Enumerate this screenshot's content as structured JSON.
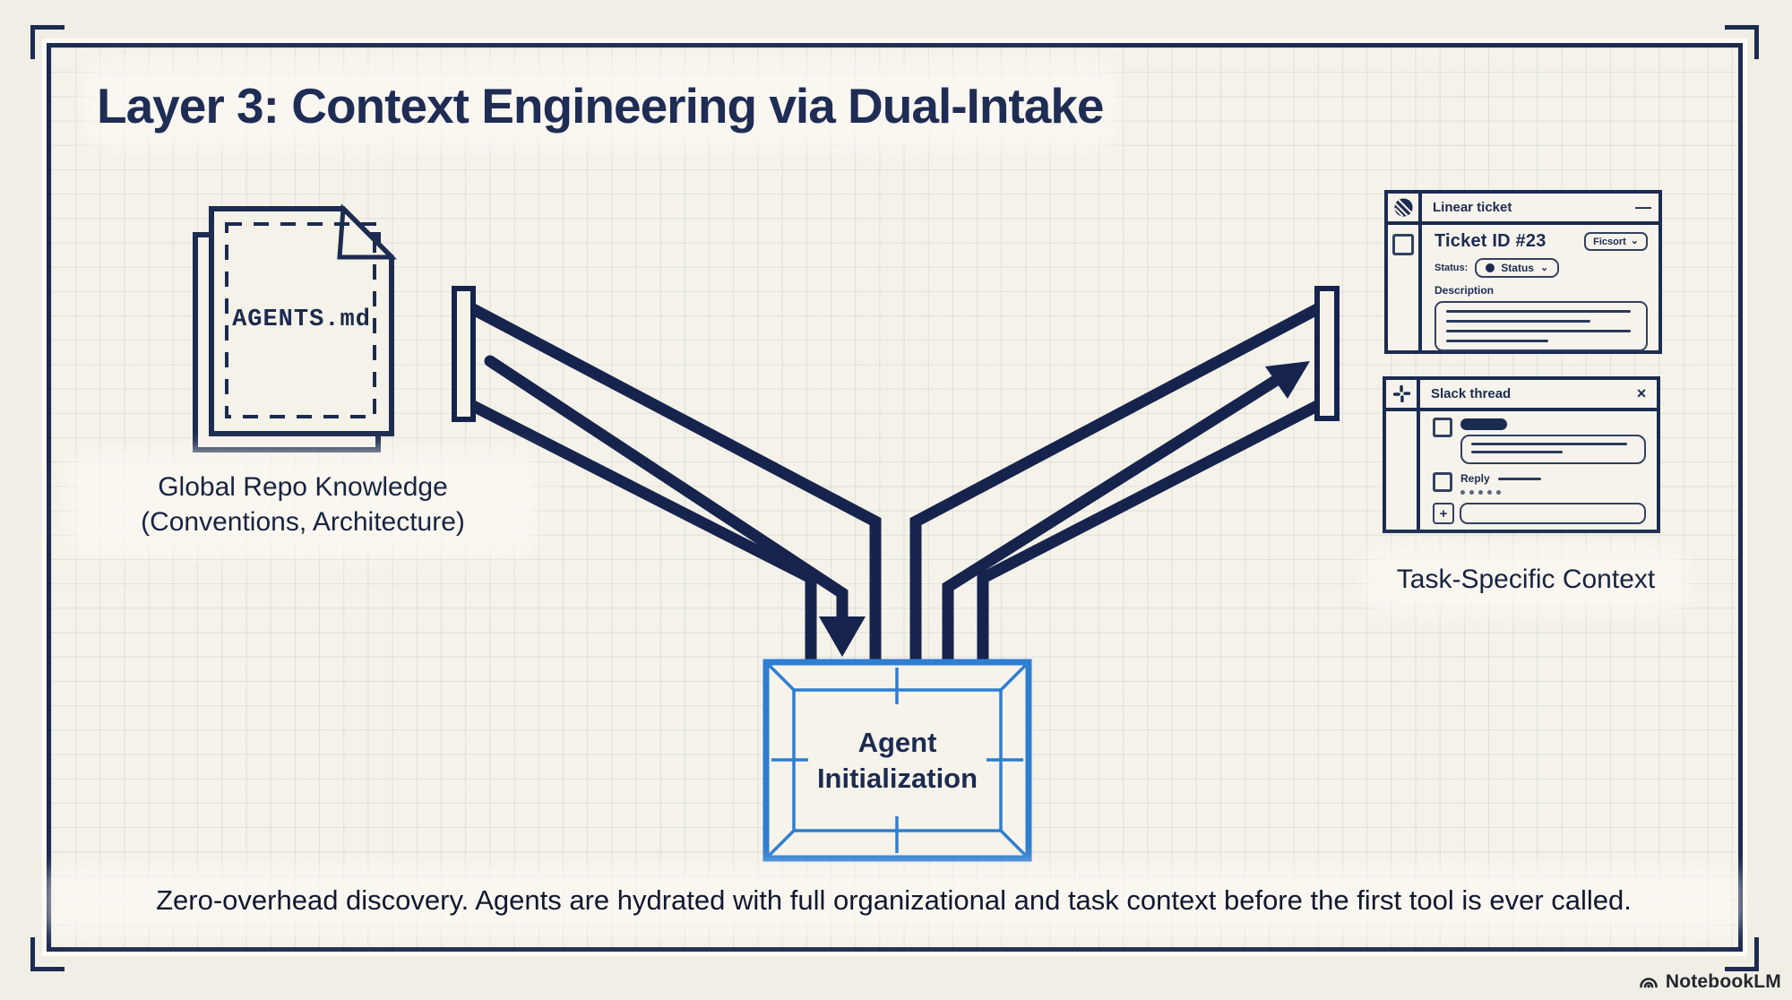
{
  "title": "Layer 3: Context Engineering via Dual-Intake",
  "left_source": {
    "file_label": "AGENTS.md",
    "caption_line1": "Global Repo Knowledge",
    "caption_line2": "(Conventions, Architecture)"
  },
  "right_source": {
    "caption": "Task-Specific Context",
    "linear_window": {
      "title": "Linear ticket",
      "minimize_glyph": "—",
      "ticket_heading": "Ticket ID  #23",
      "sort_button_label": "Ficsort",
      "sort_button_chevron": "⌄",
      "status_label": "Status:",
      "status_value": "Status",
      "status_chevron": "⌄",
      "description_label": "Description"
    },
    "slack_window": {
      "title": "Slack thread",
      "close_glyph": "×",
      "reply_label": "Reply",
      "plus_glyph": "+"
    }
  },
  "center_box": {
    "line1": "Agent",
    "line2": "Initialization"
  },
  "footer": {
    "text": "Zero-overhead discovery. Agents are hydrated with full organizational and task context before the first tool is ever called."
  },
  "watermark": {
    "text": "NotebookLM"
  },
  "colors": {
    "navy": "#1c2b50",
    "arrow_navy": "#16244d",
    "accent_blue": "#2e7ed2",
    "paper": "#f5f2e9"
  }
}
